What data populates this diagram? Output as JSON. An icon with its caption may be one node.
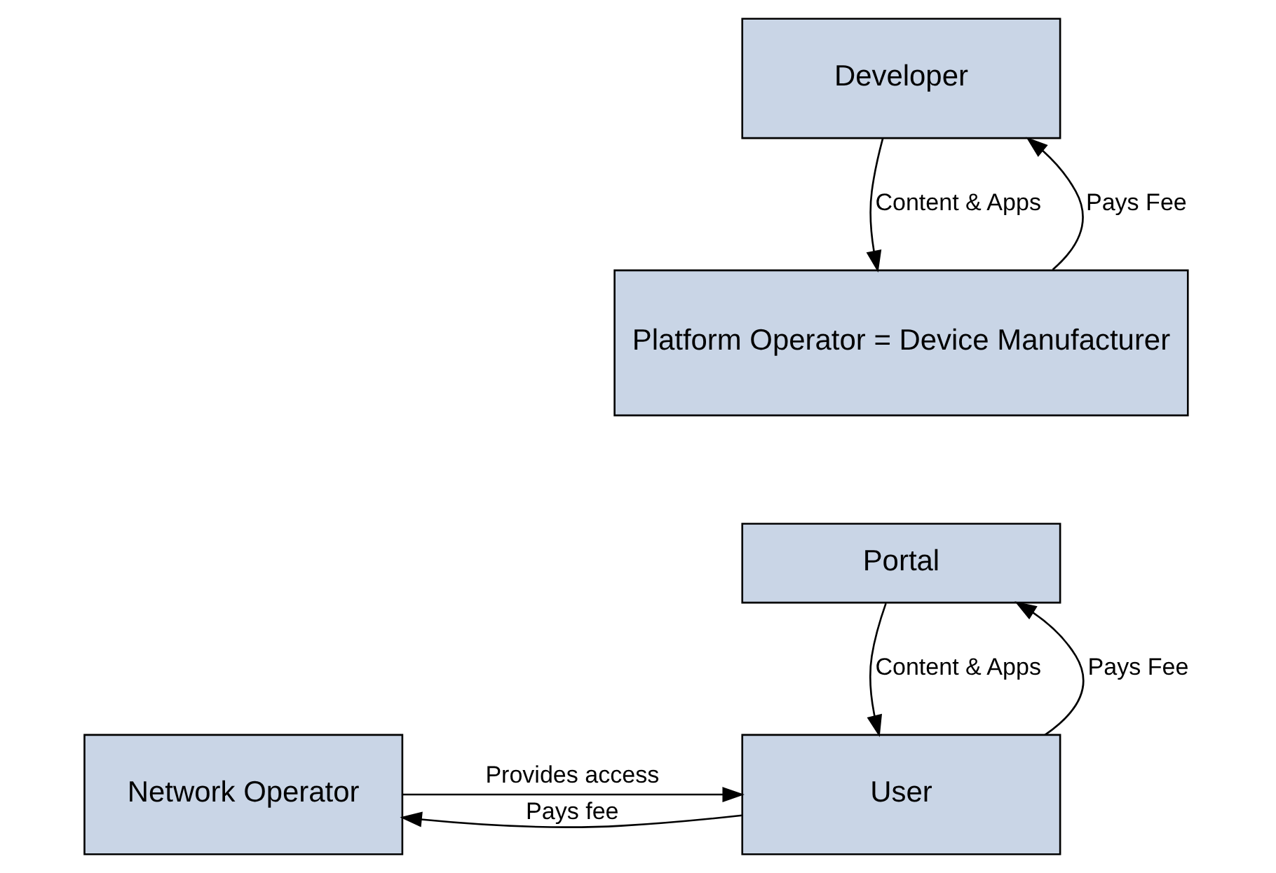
{
  "diagram": {
    "nodes": [
      {
        "text": [
          "Developer"
        ]
      },
      {
        "text": [
          "Platform Operator = Device Manufacturer"
        ]
      },
      {
        "text": [
          "Portal"
        ]
      },
      {
        "text": [
          "User"
        ]
      },
      {
        "text": [
          "Network Operator"
        ]
      }
    ],
    "edges": [
      {
        "from": 0,
        "to": 1,
        "arrow": "to",
        "label": "Content & Apps"
      },
      {
        "from": 1,
        "to": 0,
        "arrow": "to",
        "label": "Pays Fee"
      },
      {
        "from": 2,
        "to": 3,
        "arrow": "to",
        "label": "Content & Apps"
      },
      {
        "from": 3,
        "to": 2,
        "arrow": "to",
        "label": "Pays Fee"
      },
      {
        "from": 4,
        "to": 3,
        "arrow": "to",
        "label": "Provides access"
      },
      {
        "from": 3,
        "to": 4,
        "arrow": "to",
        "label": "Pays fee"
      }
    ]
  }
}
